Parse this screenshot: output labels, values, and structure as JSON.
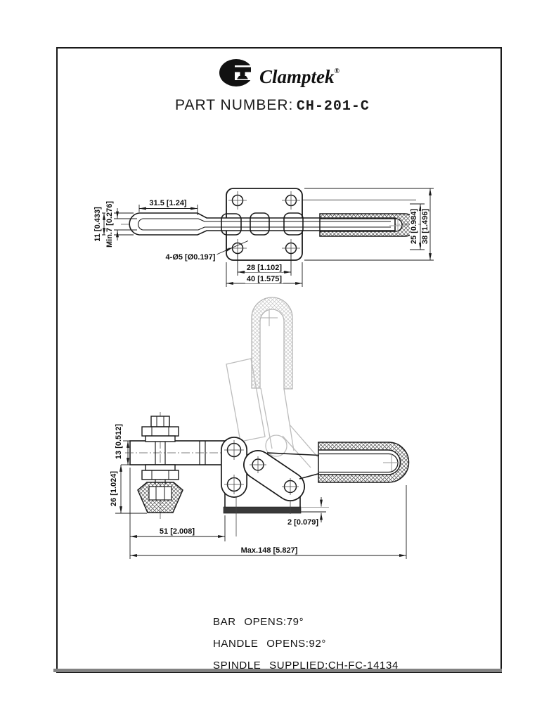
{
  "header": {
    "brand": "Clamptek",
    "registered": "®",
    "part_line": {
      "label": "PART NUMBER:",
      "number": "CH-201-C"
    }
  },
  "dims": {
    "slot_length": "31.5 [1.24]",
    "bar_width": "11 [0.433]",
    "slot_min_width": "Min.7 [0.276]",
    "mounting_holes": "4-Ø5 [Ø0.197]",
    "hole_spacing": "28 [1.102]",
    "base_width": "40 [1.575]",
    "grip_height": "25 [0.984]",
    "base_height": "38 [1.496]",
    "bar_thickness": "13 [0.512]",
    "spindle_length": "26 [1.024]",
    "bar_length": "51 [2.008]",
    "flange_lip": "2 [0.079]",
    "overall_length": "Max.148 [5.827]"
  },
  "notes": {
    "bar_opens": "BAR OPENS:79°",
    "handle_opens": "HANDLE OPENS:92°",
    "spindle_supplied": "SPINDLE SUPPLIED:CH-FC-14134"
  },
  "colors": {
    "line": "#1a1a1a",
    "phantom": "#bcbcbc",
    "base_fill": "#3a3a3a",
    "background": "#ffffff"
  }
}
